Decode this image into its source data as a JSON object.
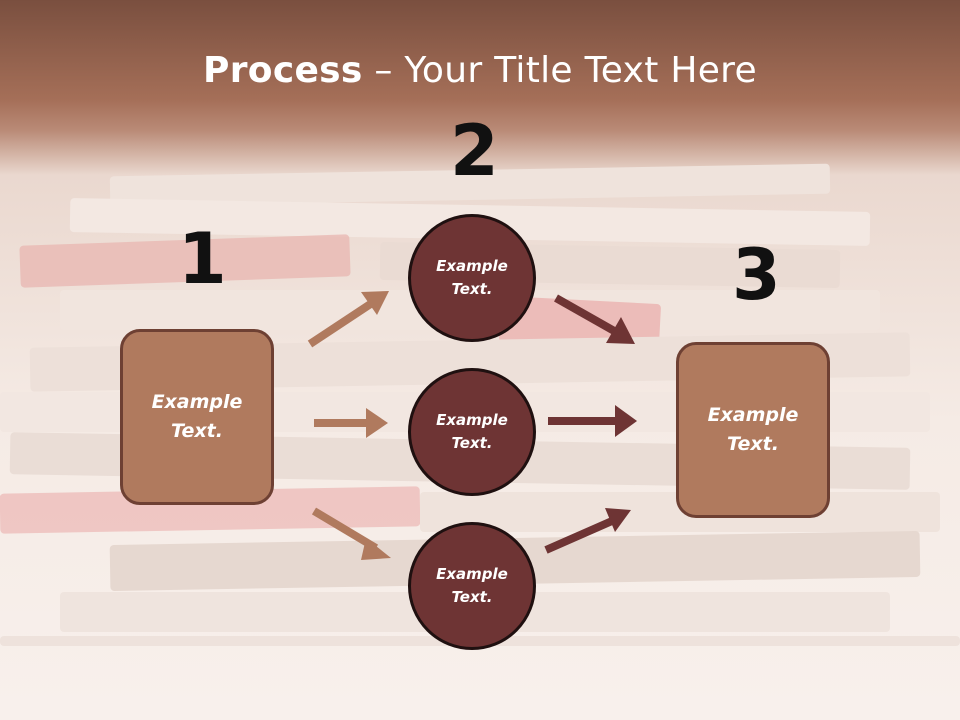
{
  "title": {
    "bold": "Process",
    "rest": " – Your Title Text Here"
  },
  "steps": [
    {
      "number": "1",
      "text": "Example Text."
    },
    {
      "number": "2",
      "items": [
        {
          "text": "Example Text."
        },
        {
          "text": "Example Text."
        },
        {
          "text": "Example Text."
        }
      ]
    },
    {
      "number": "3",
      "text": "Example Text."
    }
  ],
  "colors": {
    "header": "#8e5a47",
    "box_fill": "#b07a5e",
    "box_border": "#6e4033",
    "circle_fill": "#6e3434",
    "circle_border": "#1f1010",
    "arrow_in": "#b07a5e",
    "arrow_out": "#6e3434"
  }
}
